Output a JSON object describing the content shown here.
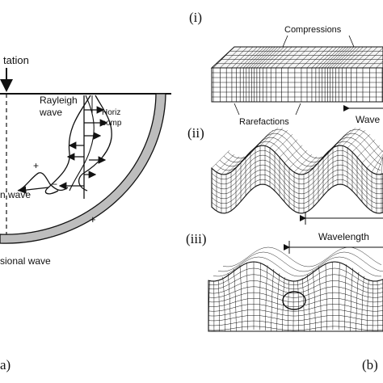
{
  "panel_a": {
    "excitation_label": "tation",
    "rayleigh_label_line1": "Rayleigh",
    "rayleigh_label_line2": "wave",
    "horiz_line1": "Horiz",
    "horiz_line2": "comp",
    "plus_sign": "+",
    "minus_sign": "−",
    "shear_label": "n wave",
    "compressional_label": "sional wave",
    "panel_letter": "a)"
  },
  "panel_b": {
    "label_i": "(i)",
    "label_ii": "(ii)",
    "label_iii": "(iii)",
    "compressions": "Compressions",
    "rarefactions": "Rarefactions",
    "wavelength_i": "Wave",
    "wavelength_iii": "Wavelength",
    "panel_letter": "(b)"
  }
}
